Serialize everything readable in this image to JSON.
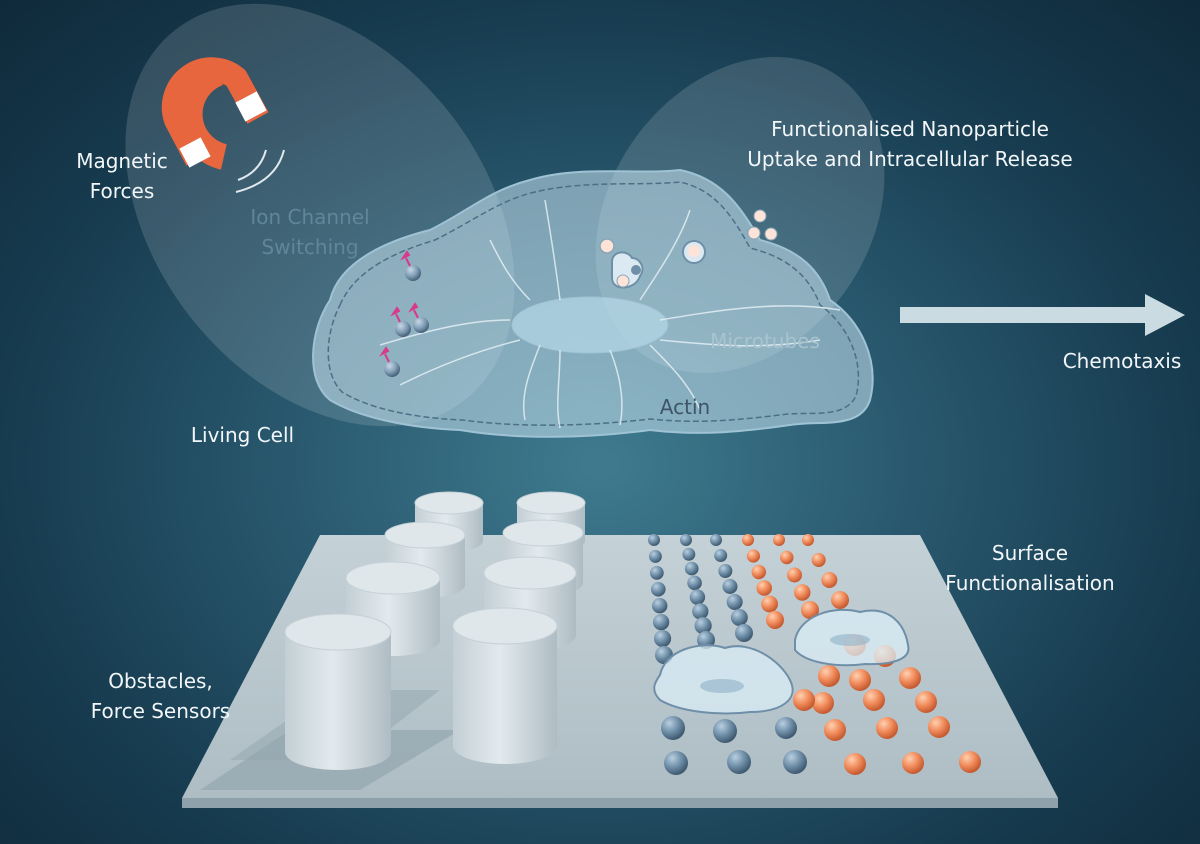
{
  "labels": {
    "magnetic_forces": [
      "Magnetic",
      "Forces"
    ],
    "ion_channel_switching": [
      "Ion Channel",
      "Switching"
    ],
    "nanoparticle_uptake": [
      "Functionalised Nanoparticle",
      "Uptake and Intracellular Release"
    ],
    "microtubes": "Microtubes",
    "actin": "Actin",
    "living_cell": "Living Cell",
    "chemotaxis": "Chemotaxis",
    "surface_functionalisation": [
      "Surface",
      "Functionalisation"
    ],
    "obstacles_force_sensors": [
      "Obstacles,",
      "Force Sensors"
    ]
  },
  "colors": {
    "magnet_orange": "#e8663d",
    "cell_fill": "#c9e4f0",
    "blue_bead": "#6f8fa8",
    "orange_bead": "#f08a5a",
    "platform": "#b9c8cf"
  }
}
